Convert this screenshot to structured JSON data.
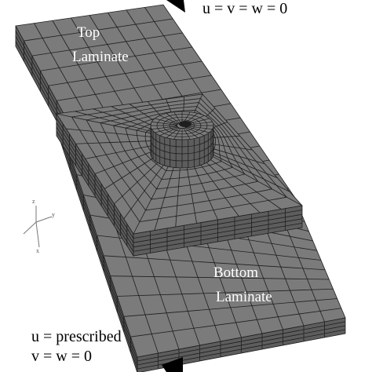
{
  "labels": {
    "top_laminate_line1": "Top",
    "top_laminate_line2": "Laminate",
    "bottom_laminate_line1": "Bottom",
    "bottom_laminate_line2": "Laminate",
    "fixed_bc": "u = v = w = 0",
    "load_bc_line1": "u = prescribed",
    "load_bc_line2": "v = w = 0"
  },
  "axis_triad": {
    "x": "x",
    "y": "y",
    "z": "z"
  },
  "colors": {
    "mesh_face": "#7b7b7b",
    "mesh_side": "#5d5d5d",
    "mesh_line": "#1e1e1e",
    "label_text": "#000000",
    "laminate_text": "#ffffff"
  }
}
